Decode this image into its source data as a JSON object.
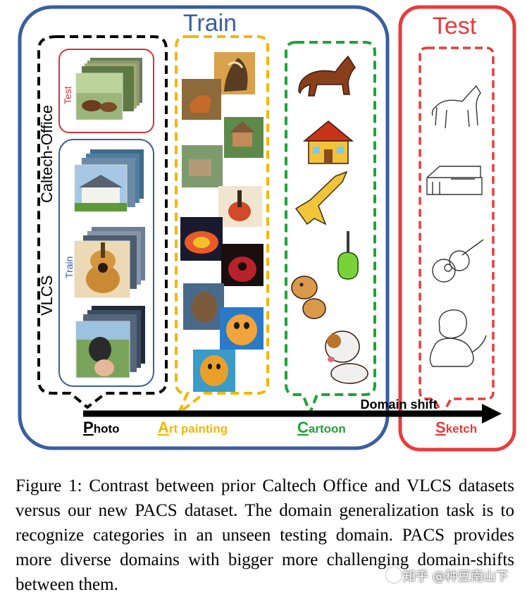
{
  "figure": {
    "train_label": "Train",
    "test_label": "Test",
    "caltech_office_label": "Caltech-Office",
    "vlcs_label": "VLCS",
    "test_sub_label": "Test",
    "train_sub_label": "Train",
    "domain_shift_label": "Domain shift",
    "domains": [
      {
        "initial": "P",
        "rest": "hoto",
        "color": "#000000"
      },
      {
        "initial": "A",
        "rest": "rt painting",
        "color": "#f2b705"
      },
      {
        "initial": "C",
        "rest": "artoon",
        "color": "#1da436"
      },
      {
        "initial": "S",
        "rest": "ketch",
        "color": "#e83b3b"
      }
    ],
    "colors": {
      "train_border": "#3a5f9f",
      "test_border": "#e83b3b",
      "photo": "#000000",
      "art": "#f2b705",
      "cartoon": "#1da436",
      "sketch": "#e83b3b",
      "inner_test": "#c9373b",
      "inner_train": "#3a5f9f"
    }
  },
  "caption": {
    "text": "Figure 1: Contrast between prior Caltech Office and VLCS datasets versus our new PACS dataset. The domain generalization task is to recognize categories in an unseen testing domain. PACS provides more diverse domains with bigger more challenging domain-shifts between them."
  },
  "watermark": {
    "text": "知乎 @种豆南山下"
  }
}
